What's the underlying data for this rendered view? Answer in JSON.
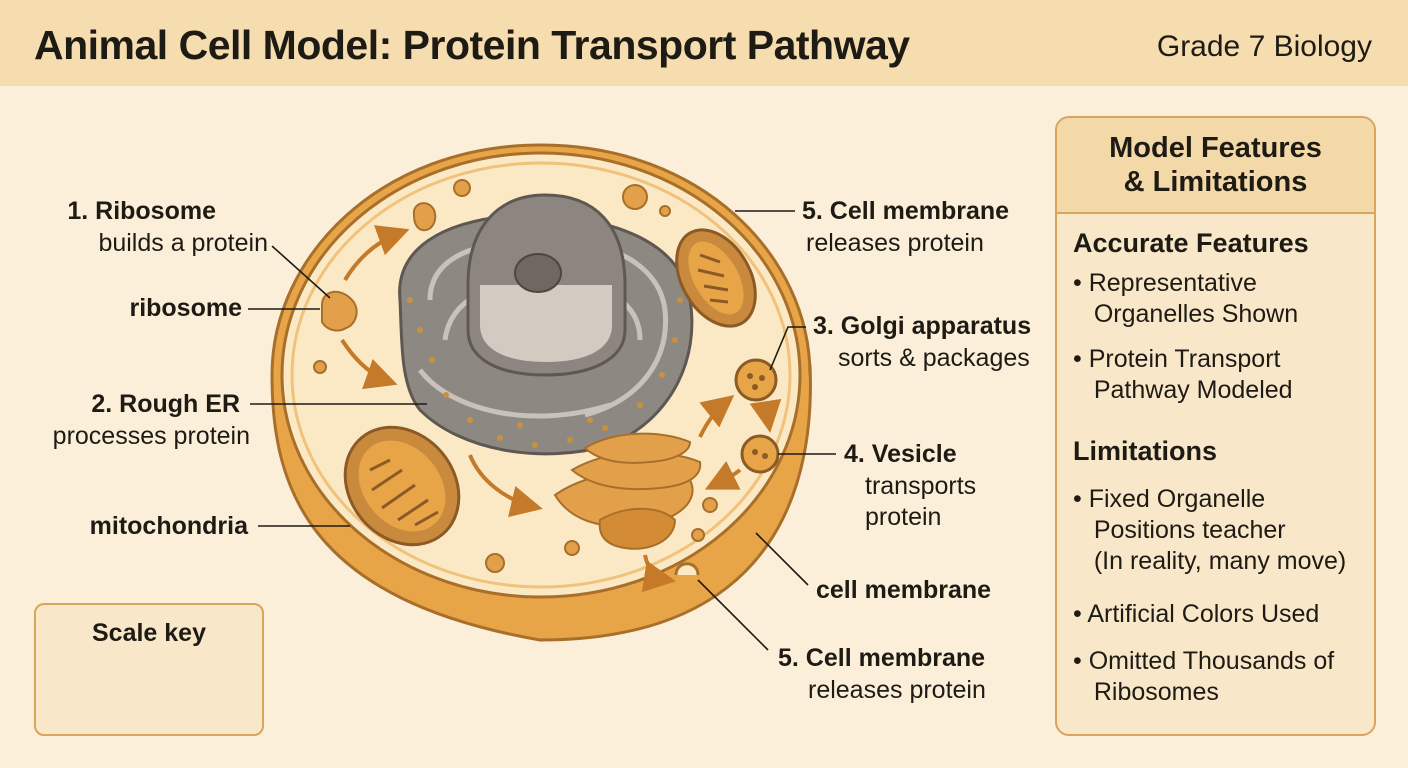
{
  "header": {
    "title": "Animal Cell Model:  Protein Transport Pathway",
    "grade": "Grade 7 Biology"
  },
  "labels": {
    "ribosome_step_title": "1. Ribosome",
    "ribosome_step_desc": "builds a protein",
    "ribosome": "ribosome",
    "rough_er_title": "2. Rough ER",
    "rough_er_desc": "processes protein",
    "mitochondria": "mitochondria",
    "membrane_top_title": "5. Cell membrane",
    "membrane_top_desc": "releases protein",
    "golgi_title": "3. Golgi apparatus",
    "golgi_desc": "sorts & packages",
    "vesicle_title": "4. Vesicle",
    "vesicle_desc1": "transports",
    "vesicle_desc2": "protein",
    "cell_membrane": "cell membrane",
    "membrane_bottom_title": "5. Cell membrane",
    "membrane_bottom_desc": "releases protein"
  },
  "panel": {
    "title_line1": "Model Features",
    "title_line2": "& Limitations",
    "accurate_heading": "Accurate Features",
    "accurate_items": [
      [
        "Representative",
        "Organelles Shown"
      ],
      [
        "Protein Transport",
        "Pathway Modeled"
      ]
    ],
    "limitations_heading": "Limitations",
    "limitation_items": [
      [
        "Fixed Organelle",
        "Positions teacher",
        "(In reality, many move)"
      ],
      [
        "Artificial Colors Used"
      ],
      [
        "Omitted Thousands of",
        "Ribosomes"
      ]
    ]
  },
  "scale_key": {
    "title": "Scale key"
  },
  "colors": {
    "cytoplasm": "#fbe9c6",
    "membrane": "#e8a548",
    "organelle": "#c98a3e",
    "nucleus": "#8c8580",
    "accent_dark": "#8b5a25"
  }
}
